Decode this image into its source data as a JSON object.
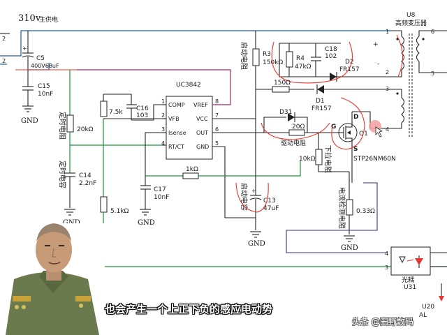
{
  "supply": {
    "voltage": "310v",
    "label": "主供电"
  },
  "transformer": {
    "ref": "U8",
    "name": "高频变压器",
    "pins": [
      "1",
      "2",
      "3",
      "4",
      "5",
      "6"
    ]
  },
  "left_connector": {
    "pins": [
      "2",
      "2"
    ]
  },
  "chip": {
    "ref": "UC3842",
    "pins_left": [
      "COMP",
      "VFB",
      "Isense",
      "RT/CT"
    ],
    "pins_right": [
      "VREF",
      "VCC",
      "OUT",
      "GND"
    ],
    "pin_nums_left": [
      "1",
      "2",
      "3",
      "4"
    ],
    "pin_nums_right": [
      "8",
      "7",
      "6",
      "5"
    ]
  },
  "components": {
    "c5": {
      "ref": "C5",
      "value": "400V68uF"
    },
    "c15": {
      "ref": "C15",
      "value": "10nF"
    },
    "r_timing": {
      "value": "20kΩ"
    },
    "c14": {
      "ref": "C14",
      "value": "2.2nF"
    },
    "r_51k": {
      "value": "5.1kΩ"
    },
    "r_75k": {
      "value": "7.5k"
    },
    "c16": {
      "ref": "C16",
      "value": "103"
    },
    "r3": {
      "ref": "R3",
      "value": "150kΩ"
    },
    "r4": {
      "ref": "R4",
      "value": "47kΩ"
    },
    "c18": {
      "ref": "C18",
      "value": "102"
    },
    "d2": {
      "ref": "D2",
      "value": "FR157"
    },
    "r_150": {
      "value": "150Ω"
    },
    "d1": {
      "ref": "D1",
      "value": "FR157"
    },
    "d31": {
      "ref": "D31"
    },
    "r_20": {
      "value": "20Ω"
    },
    "r_10k": {
      "value": "10kΩ"
    },
    "r_1k": {
      "value": "1kΩ"
    },
    "c17": {
      "ref": "C17",
      "value": "10nF"
    },
    "c13": {
      "ref": "C13",
      "value": "47uF"
    },
    "r_033": {
      "value": "0.33Ω"
    },
    "q1": {
      "ref": "Q1",
      "model": "STP26NM60N",
      "d": "D",
      "g": "G",
      "s": "S"
    },
    "optocoupler": {
      "ref": "U31",
      "name": "光耦",
      "pins": [
        "4",
        "3"
      ]
    },
    "u20": {
      "ref": "U20",
      "partial": "AL"
    }
  },
  "annotations": {
    "start_resistor": "启动电阻",
    "timing_resistor": "定时电阻",
    "timing_capacitor": "定时电容",
    "drive_resistor": "驱动电阻",
    "pulldown_resistor": "下拉电阻",
    "start_capacitor": "启动电容",
    "current_sense_resistor": "电流检测电阻",
    "gnd": "GND",
    "polarity_plus": "+",
    "polarity_minus": "-"
  },
  "subtitle": "也会产生一个上正下负的感应电动势",
  "watermark": "头条 @田野数码",
  "colors": {
    "blue_wire": "#1f5aa8",
    "green_wire": "#1f8f3a",
    "magenta_wire": "#a0286a",
    "red_annotation": "#e8352f",
    "cursor": "#f2a0a0"
  }
}
